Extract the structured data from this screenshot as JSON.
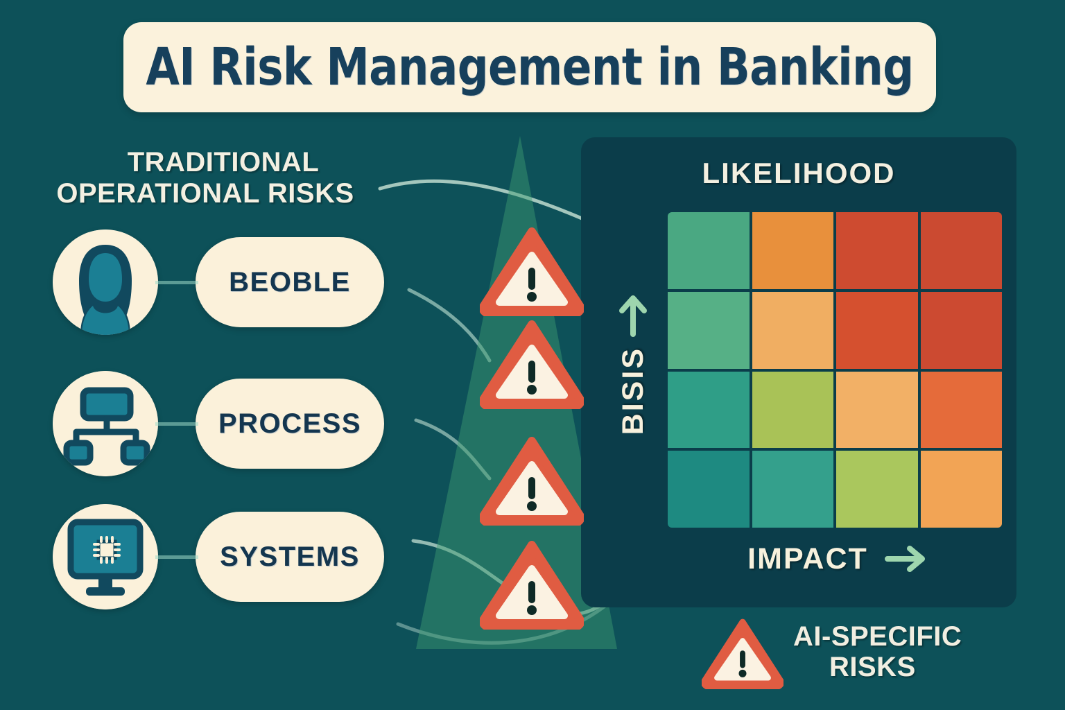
{
  "title": "AI Risk Management in Banking",
  "colors": {
    "background": "#0d5159",
    "panel": "#0b3d4a",
    "card_cream": "#fbf2dc",
    "title_navy": "#17405c",
    "label_cream": "#f3f0e2",
    "connector_mint": "#9fd9c6",
    "warning_red": "#e05c42",
    "warning_red_dark": "#cf4a30",
    "arrow_green": "#9ed6ae",
    "icon_blue": "#1b7f94",
    "icon_navy": "#11495e"
  },
  "left_column": {
    "heading_line1": "TRADITIONAL",
    "heading_line2": "OPERATIONAL RISKS",
    "items": [
      {
        "label": "BEOBLE",
        "icon": "person-avatar-icon"
      },
      {
        "label": "PROCESS",
        "icon": "org-chart-icon"
      },
      {
        "label": "SYSTEMS",
        "icon": "monitor-chip-icon"
      }
    ]
  },
  "centre": {
    "warning_icon_name": "warning-triangle-icon",
    "warning_count": 4
  },
  "matrix": {
    "title": "LIKELIHOOD",
    "y_axis_label": "BISIS",
    "y_axis_icon": "arrow-up-icon",
    "x_axis_label": "IMPACT",
    "x_axis_icon": "arrow-right-icon"
  },
  "legend": {
    "icon": "warning-triangle-icon",
    "line1": "AI-SPECIFIC",
    "line2": "RISKS"
  },
  "chart_data": {
    "type": "heatmap",
    "title": "LIKELIHOOD",
    "xlabel": "IMPACT",
    "ylabel": "BISIS",
    "rows": 4,
    "cols": 4,
    "x_direction": "increasing to the right",
    "y_direction": "increasing upward",
    "cell_colors": [
      [
        "#4aa882",
        "#e8903c",
        "#ce4b30",
        "#cb4a31"
      ],
      [
        "#56b086",
        "#f0ae62",
        "#d5502f",
        "#cc4a31"
      ],
      [
        "#2f9e87",
        "#a9c257",
        "#f2b066",
        "#e56b3a"
      ],
      [
        "#1e8a81",
        "#34a08c",
        "#aac75d",
        "#f2a455"
      ]
    ],
    "severity_levels": [
      [
        "low",
        "medium-high",
        "high",
        "high"
      ],
      [
        "low",
        "medium",
        "high",
        "high"
      ],
      [
        "low",
        "low-medium",
        "medium",
        "medium-high"
      ],
      [
        "low",
        "low",
        "low-medium",
        "medium"
      ]
    ],
    "legend_entries": [
      "AI-SPECIFIC RISKS"
    ],
    "grid": true
  }
}
